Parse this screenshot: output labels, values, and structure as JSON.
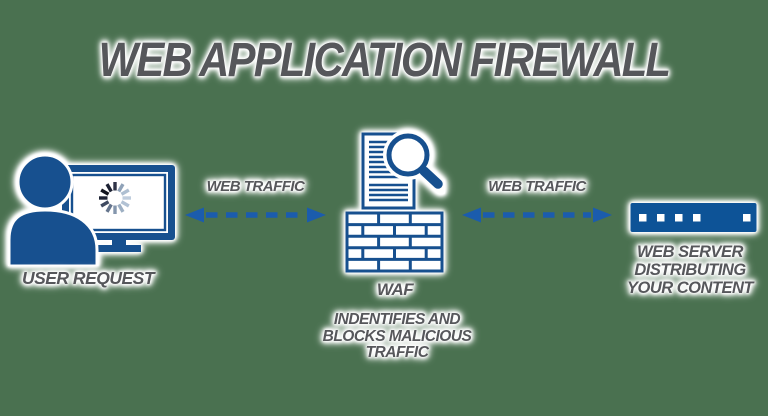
{
  "title": "WEB APPLICATION FIREWALL",
  "nodes": {
    "user": {
      "label": "USER REQUEST"
    },
    "waf": {
      "label": "WAF",
      "description_lines": [
        "INDENTIFIES AND",
        "BLOCKS MALICIOUS",
        "TRAFFIC"
      ]
    },
    "server": {
      "label_lines": [
        "WEB SERVER",
        "DISTRIBUTING",
        "YOUR CONTENT"
      ]
    }
  },
  "links": [
    {
      "label": "WEB TRAFFIC"
    },
    {
      "label": "WEB TRAFFIC"
    }
  ],
  "icons": {
    "user": "person-at-computer-monitor-icon",
    "spinner": "loading-spinner-icon",
    "waf_document": "document-with-magnifier-icon",
    "waf_wall": "brick-wall-firewall-icon",
    "server": "rack-server-icon",
    "link": "dashed-double-arrow-icon"
  },
  "colors": {
    "background": "#4a7150",
    "halo": "#ffffff",
    "text_gray": "#56575b",
    "icon_blue": "#17508f",
    "arrow_blue": "#1b5cad",
    "server_blue": "#0d5397"
  }
}
